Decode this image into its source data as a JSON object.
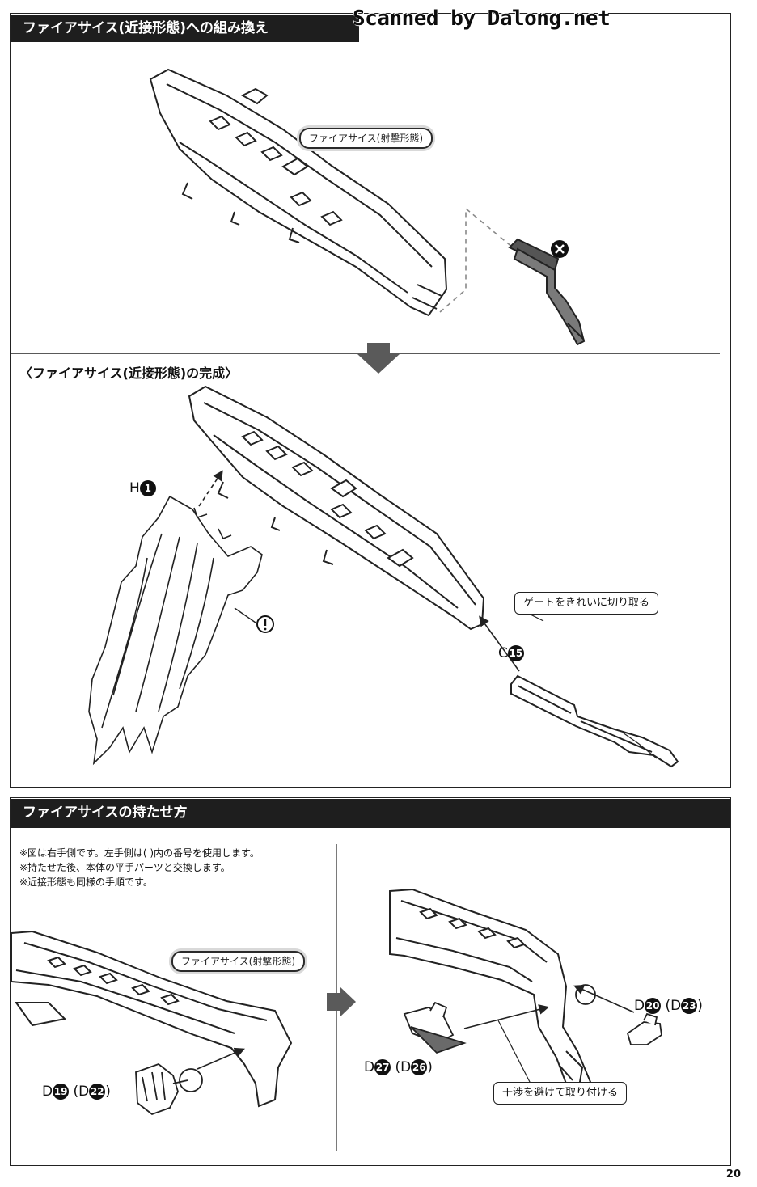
{
  "scan_credit": "Scanned by Dalong.net",
  "section1": {
    "title": "ファイアサイス(近接形態)への組み換え",
    "pill": "ファイアサイス(射撃形態)"
  },
  "section2": {
    "title": "〈ファイアサイス(近接形態)の完成〉",
    "part_h": "H",
    "part_h_num": "1",
    "part_c": "C",
    "part_c_num": "15",
    "callout": "ゲートをきれいに切り取る"
  },
  "section3": {
    "title": "ファイアサイスの持たせ方",
    "notes": [
      "※図は右手側です。左手側は( )内の番号を使用します。",
      "※持たせた後、本体の平手パーツと交換します。",
      "※近接形態も同様の手順です。"
    ],
    "pill": "ファイアサイス(射撃形態)",
    "part_d19": {
      "prefix": "D",
      "num": "19",
      "alt_num": "22"
    },
    "part_d20": {
      "prefix": "D",
      "num": "20",
      "alt_num": "23"
    },
    "part_d27": {
      "prefix": "D",
      "num": "27",
      "alt_num": "26"
    },
    "callout": "干渉を避けて取り付ける"
  },
  "page_number": "20"
}
